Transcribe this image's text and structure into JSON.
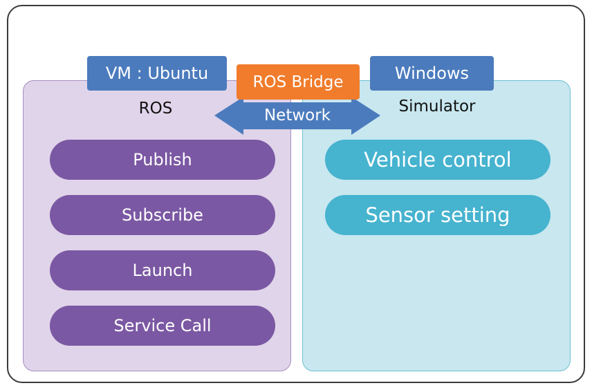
{
  "diagram": {
    "vm_tag": "VM : Ubuntu",
    "windows_tag": "Windows",
    "bridge_tag": "ROS Bridge",
    "network_label": "Network",
    "left_panel": {
      "title": "ROS",
      "items": [
        "Publish",
        "Subscribe",
        "Launch",
        "Service Call"
      ]
    },
    "right_panel": {
      "title": "Simulator",
      "items": [
        "Vehicle control",
        "Sensor setting"
      ]
    },
    "colors": {
      "tag_blue": "#4b7bbd",
      "bridge_orange": "#f07c2c",
      "ros_purple": "#7b58a3",
      "ros_panel": "#e0d4ea",
      "sim_teal": "#46b3cf",
      "sim_panel": "#c8e7ef"
    }
  }
}
